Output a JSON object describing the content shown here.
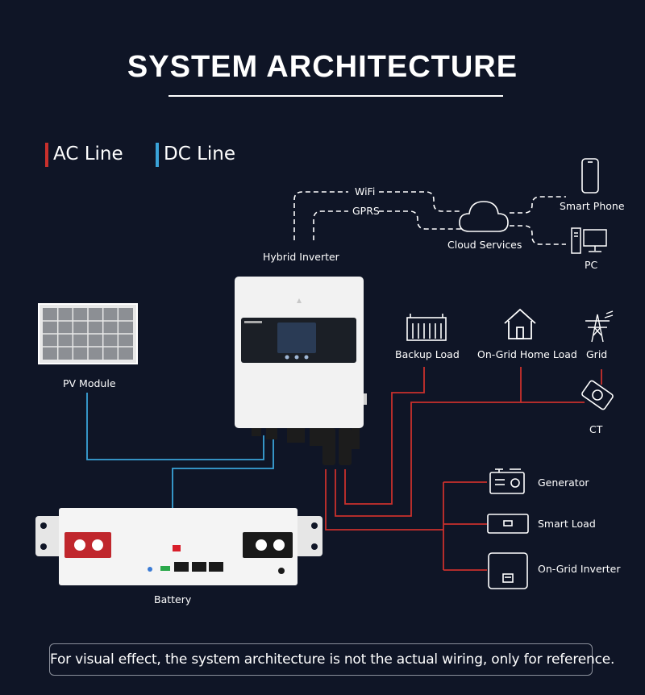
{
  "title": "SYSTEM ARCHITECTURE",
  "legend": {
    "ac_label": "AC Line",
    "dc_label": "DC Line"
  },
  "colors": {
    "ac": "#c9302c",
    "dc": "#3aa3d8",
    "comm": "#ffffff",
    "background": "#0f1526"
  },
  "comm_links": {
    "wifi": "WiFi",
    "gprs": "GPRS"
  },
  "components": {
    "cloud": "Cloud Services",
    "smart_phone": "Smart Phone",
    "pc": "PC",
    "hybrid_inverter": "Hybrid Inverter",
    "pv_module": "PV Module",
    "backup_load": "Backup Load",
    "on_grid_home_load": "On-Grid Home Load",
    "grid": "Grid",
    "ct": "CT",
    "generator": "Generator",
    "smart_load": "Smart Load",
    "on_grid_inverter": "On-Grid Inverter",
    "battery": "Battery"
  },
  "disclaimer": "For visual effect, the system architecture is not the actual wiring, only for reference."
}
